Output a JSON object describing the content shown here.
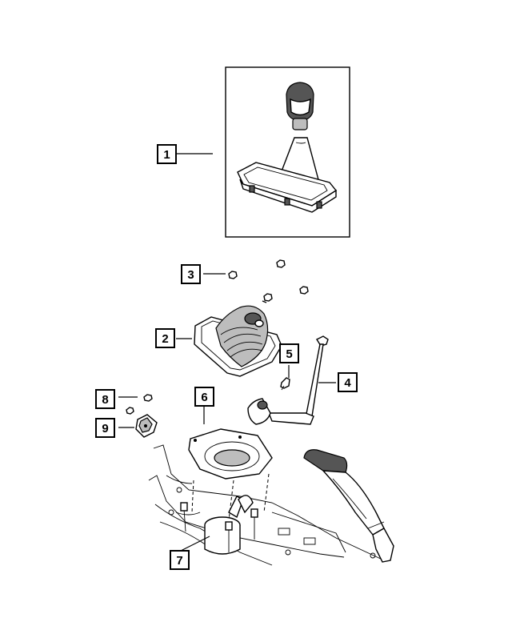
{
  "callouts": [
    {
      "id": "1",
      "label": "1"
    },
    {
      "id": "2",
      "label": "2"
    },
    {
      "id": "3",
      "label": "3"
    },
    {
      "id": "4",
      "label": "4"
    },
    {
      "id": "5",
      "label": "5"
    },
    {
      "id": "6",
      "label": "6"
    },
    {
      "id": "7",
      "label": "7"
    },
    {
      "id": "8",
      "label": "8"
    },
    {
      "id": "9",
      "label": "9"
    }
  ],
  "colors": {
    "ink": "#000000",
    "paper": "#ffffff",
    "shade": "#555555"
  }
}
